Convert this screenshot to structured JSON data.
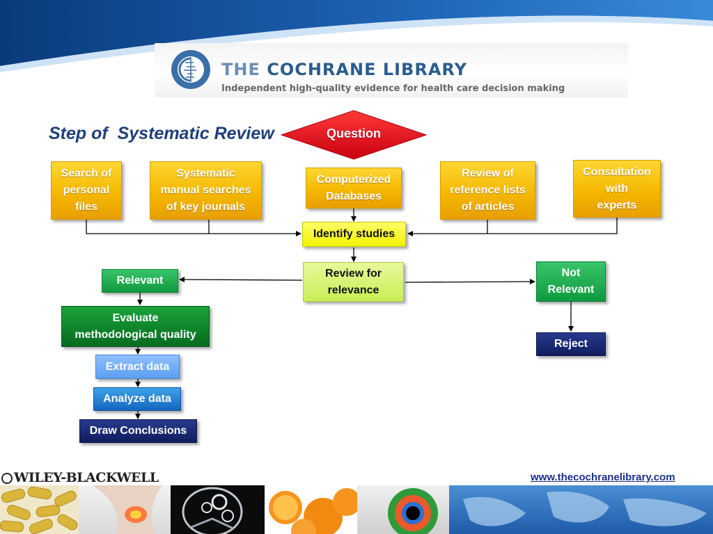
{
  "header": {
    "brand_prefix": "THE ",
    "brand_name": "COCHRANE LIBRARY",
    "tagline": "Independent high-quality evidence for health care decision making"
  },
  "slide_title": "Step of  Systematic Review",
  "diagram": {
    "question": "Question",
    "sources": [
      [
        "Search of",
        "personal",
        "files"
      ],
      [
        "Systematic",
        "manual searches",
        "of key journals"
      ],
      [
        "Computerized",
        "Databases"
      ],
      [
        "Review of",
        "reference lists",
        "of articles"
      ],
      [
        "Consultation",
        "with",
        "experts"
      ]
    ],
    "identify": "Identify studies",
    "review": [
      "Review for",
      "relevance"
    ],
    "relevant": "Relevant",
    "not_relevant": [
      "Not",
      "Relevant"
    ],
    "reject": "Reject",
    "evaluate": [
      "Evaluate",
      "methodological quality"
    ],
    "extract": "Extract data",
    "analyze": "Analyze data",
    "conclusions": "Draw Conclusions"
  },
  "footer": {
    "publisher": "WILEY-BLACKWELL",
    "url": "www.thecochranelibrary.com"
  },
  "colors": {
    "title": "#1f3f7a",
    "question_diamond": "#e8101a",
    "source_boxes": "#f5b800",
    "identify_box": "#f2f200",
    "review_box": "#c8ee55",
    "relevant_boxes": "#0f9a3f",
    "navy": "#101d5e"
  }
}
